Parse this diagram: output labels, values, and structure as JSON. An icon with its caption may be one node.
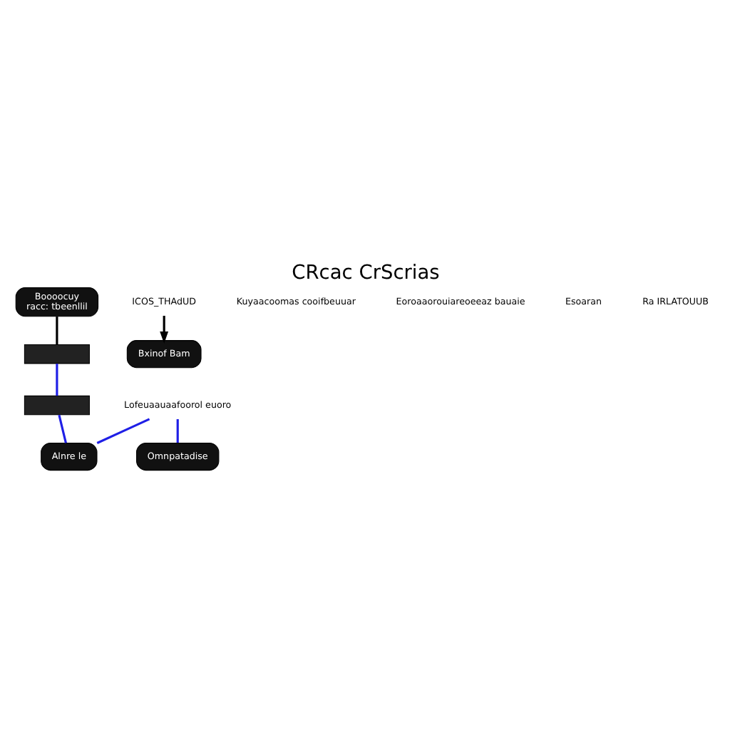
{
  "diagram": {
    "title": "CRcac CrScrias",
    "nodes": [
      {
        "text": [
          "Boooocuy",
          "racc: tbeenllil"
        ]
      },
      {
        "text": [],
        "shape": "box"
      },
      {
        "text": [],
        "shape": "box"
      },
      {
        "text": [
          "Omnpatadise"
        ]
      },
      {
        "text": [
          "Alnre le"
        ]
      },
      {
        "text": [
          "Bxinof Bam"
        ]
      },
      {
        "text": [
          "Lofeuaauaafoorol euoro"
        ]
      },
      {
        "text": [
          "ICOS_THAdUD"
        ]
      }
    ],
    "edges": [
      {
        "from": 0,
        "to": 1,
        "arrow": "none",
        "color": "#000000"
      },
      {
        "from": 1,
        "to": 2,
        "arrow": "none"
      },
      {
        "from": 6,
        "to": 4,
        "arrow": "none"
      },
      {
        "from": 6,
        "to": 3,
        "arrow": "none"
      },
      {
        "from": 2,
        "to": 4,
        "arrow": "none"
      },
      {
        "from": 7,
        "to": 5,
        "arrow": "to",
        "color": "#000000"
      }
    ],
    "labels": [
      "Kuyaacoomas cooifbeuuar",
      "Eoroaaorouiareoeeaz bauaie",
      "Esoaran",
      "Ra IRLATOUUB"
    ]
  }
}
